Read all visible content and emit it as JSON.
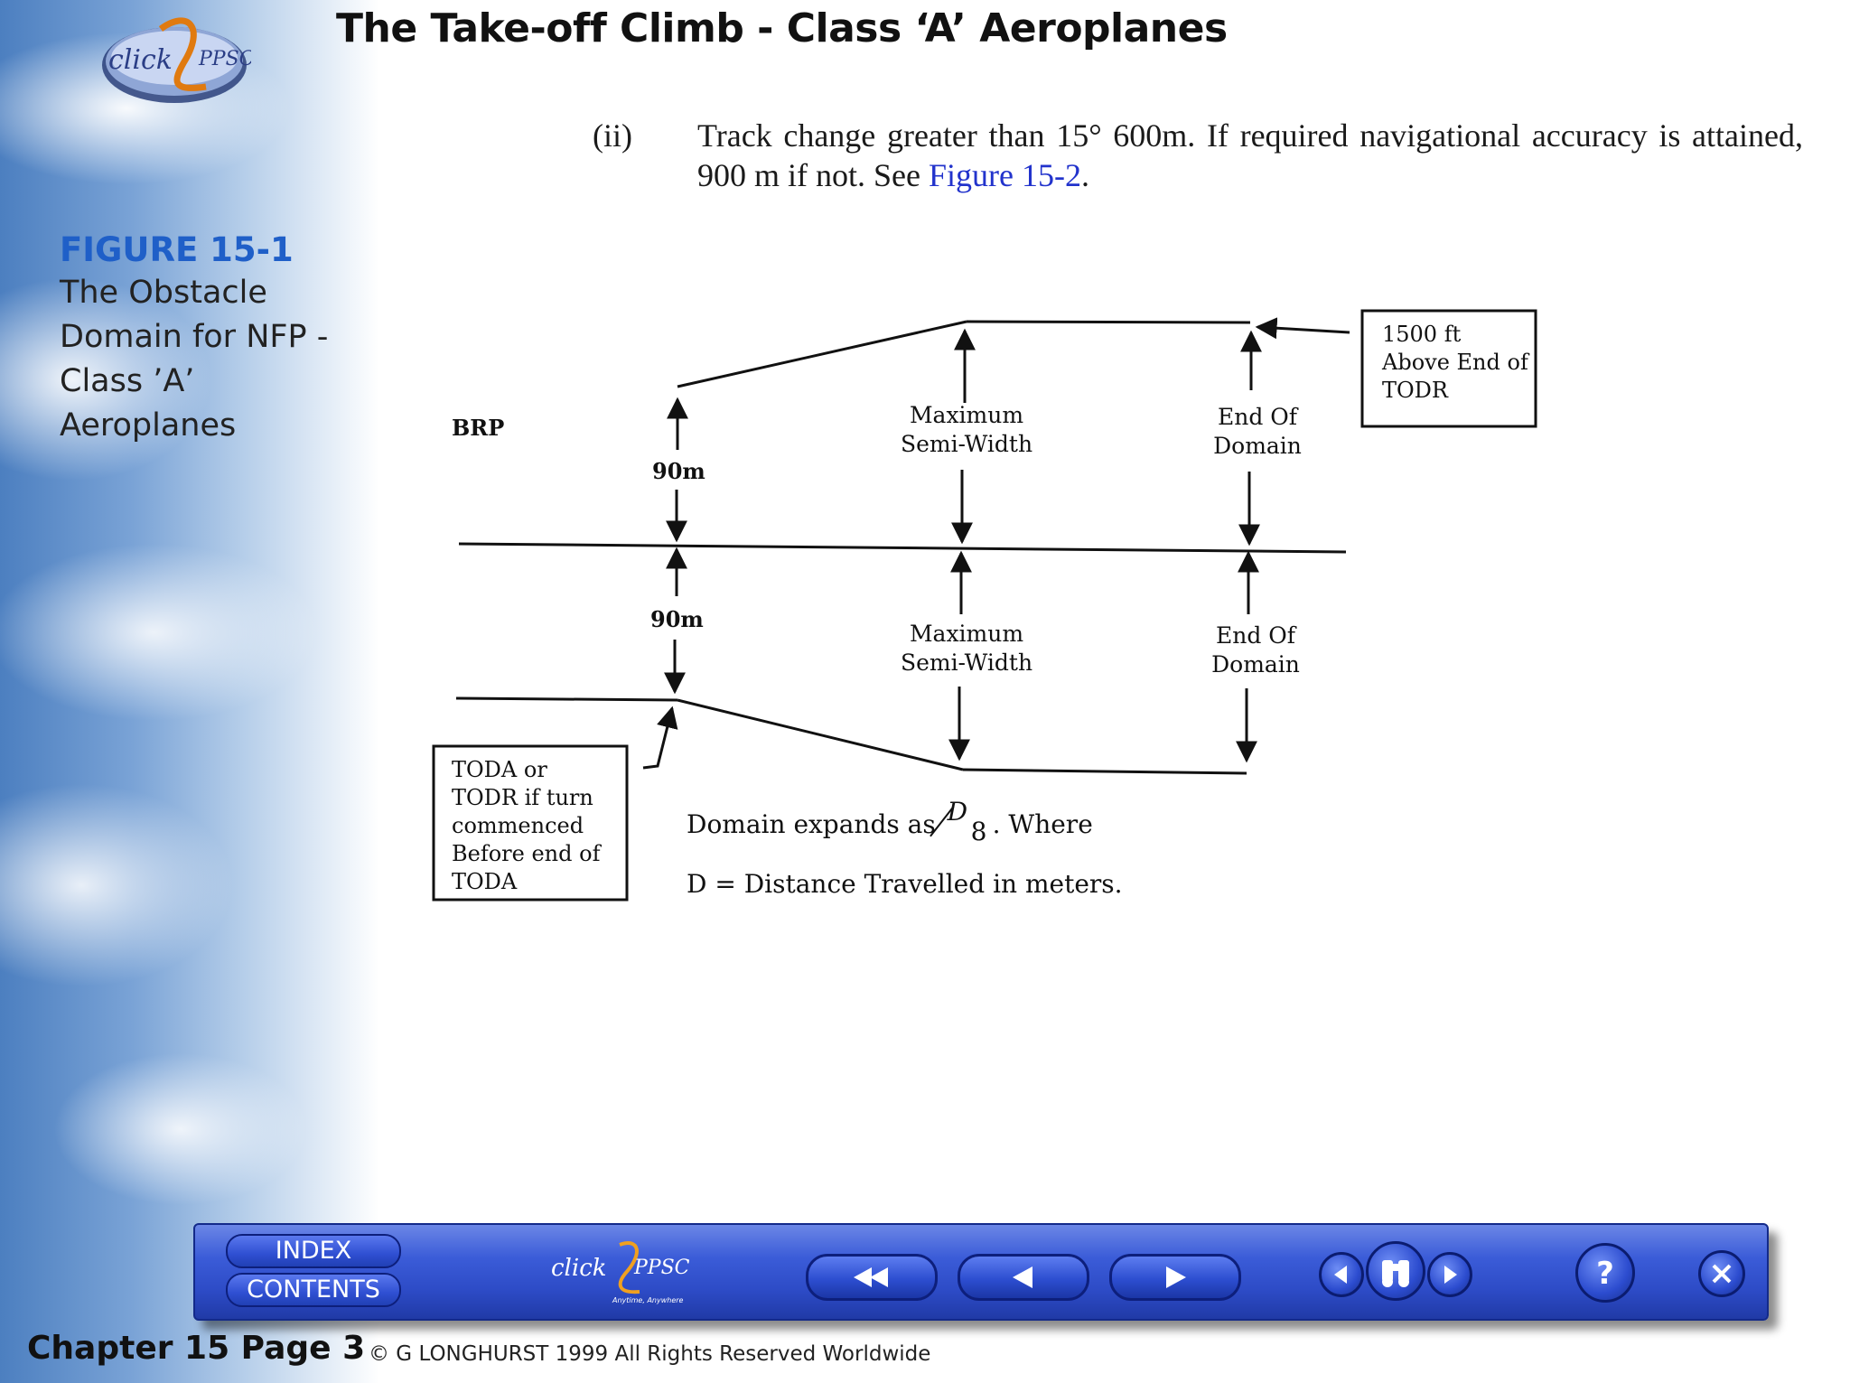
{
  "header": {
    "title": "The Take-off Climb - Class ‘A’ Aeroplanes",
    "logo_text": "click PPSC"
  },
  "paragraph": {
    "number": "(ii)",
    "text": "Track change greater than 15° 600m.  If required navigational accuracy is attained, 900 m if not. See ",
    "link": "Figure 15-2",
    "tail": "."
  },
  "figure": {
    "number": "FIGURE 15-1",
    "caption": "The Obstacle Domain for NFP - Class ’A’ Aeroplanes"
  },
  "diagram": {
    "brp": "BRP",
    "upper_left_dim": "90m",
    "lower_left_dim": "90m",
    "upper_mid": [
      "Maximum",
      "Semi-Width"
    ],
    "lower_mid": [
      "Maximum",
      "Semi-Width"
    ],
    "upper_right": [
      "End Of",
      "Domain"
    ],
    "lower_right": [
      "End Of",
      "Domain"
    ],
    "box_right": [
      "1500 ft",
      "Above End of",
      "TODR"
    ],
    "box_left": [
      "TODA or",
      "TODR if turn",
      "commenced",
      "Before end of",
      "TODA"
    ],
    "note_line1_before": "Domain expands as",
    "note_frac_num": "D",
    "note_frac_den": "8",
    "note_line1_after": ". Where",
    "note_line2": "D = Distance Travelled in meters."
  },
  "toolbar": {
    "index_label": "INDEX",
    "contents_label": "CONTENTS",
    "logo_text": "click PPSC",
    "logo_tagline": "Anytime, Anywhere",
    "help_label": "?"
  },
  "footer": {
    "chapter": "Chapter 15  Page 3",
    "copyright": "© G LONGHURST  1999  All Rights Reserved Worldwide"
  },
  "colors": {
    "title": "#111111",
    "figure_number": "#1f5fc8",
    "link": "#2233cc",
    "toolbar": "#2d4bc6"
  }
}
